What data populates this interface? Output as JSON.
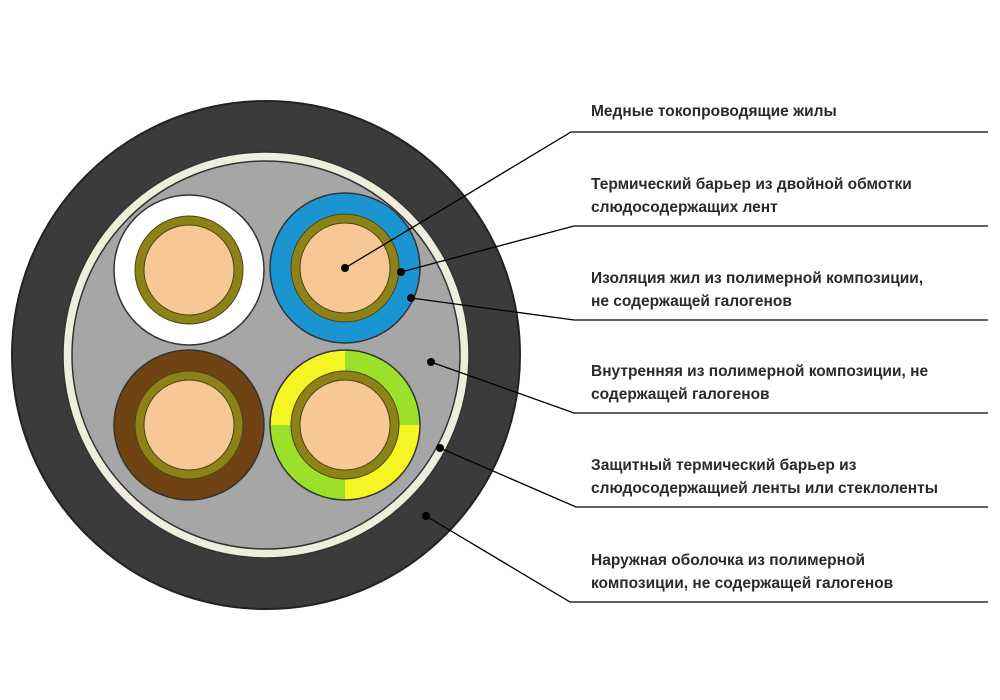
{
  "colors": {
    "outer_sheath": "#3b3b3b",
    "thermal_barrier": "#efeedd",
    "filler": "#a6a6a6",
    "copper": "#f5c895",
    "mica_tape": "#8c8218",
    "insulation_white": "#ffffff",
    "insulation_blue": "#1a95d1",
    "insulation_brown": "#6f4312",
    "insulation_yellow": "#f5f523",
    "insulation_green": "#9be02a"
  },
  "labels": [
    {
      "id": "copper",
      "lines": [
        "Медные токопроводящие жилы"
      ]
    },
    {
      "id": "mica",
      "lines": [
        "Термический барьер из двойной обмотки",
        "слюдосодержащих лент"
      ]
    },
    {
      "id": "insulation",
      "lines": [
        "Изоляция жил из полимерной композиции,",
        "не содержащей галогенов"
      ]
    },
    {
      "id": "inner",
      "lines": [
        "Внутренняя из полимерной композиции, не",
        "содержащей галогенов"
      ]
    },
    {
      "id": "barrier",
      "lines": [
        "Защитный термический барьер из",
        "слюдосодержащией ленты или стеклоленты"
      ]
    },
    {
      "id": "sheath",
      "lines": [
        "Наружная оболочка из полимерной",
        "композиции, не содержащей галогенов"
      ]
    }
  ]
}
